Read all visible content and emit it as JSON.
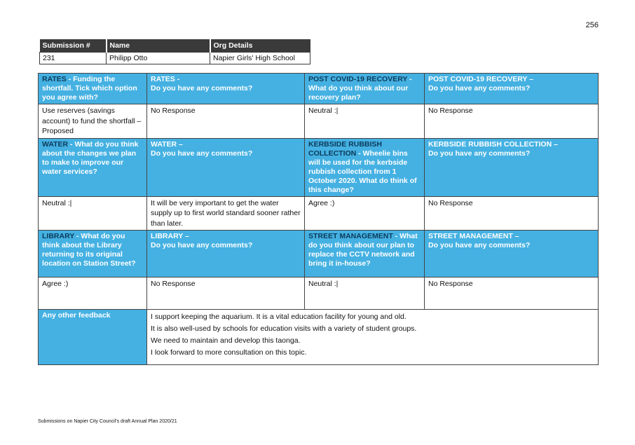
{
  "page_number": "256",
  "submission": {
    "headers": [
      "Submission #",
      "Name",
      "Org Details"
    ],
    "values": [
      "231",
      "Philipp Otto",
      "Napier Girls' High School"
    ]
  },
  "rows": [
    {
      "q1": {
        "dark": "RATES",
        "rest": " - Funding the shortfall. Tick which option you agree with?"
      },
      "q2": {
        "title": "RATES -",
        "sub": "Do you have any comments?"
      },
      "q3": {
        "dark": "POST COVID-19 RECOVERY",
        "rest": " - What do you think about our recovery plan?"
      },
      "q4": {
        "title": "POST COVID-19 RECOVERY –",
        "sub": "Do you have any comments?"
      },
      "a1": "Use reserves (savings account) to fund the shortfall – Proposed",
      "a2": "No Response",
      "a3": "Neutral :|",
      "a4": "No Response"
    },
    {
      "q1": {
        "dark": "WATER",
        "rest": " - What do you think about the changes we plan to make to improve our water services?"
      },
      "q2": {
        "title": "WATER –",
        "sub": "Do you have any comments?"
      },
      "q3": {
        "dark": "KERBSIDE RUBBISH COLLECTION",
        "rest": " - Wheelie bins will be used for the kerbside rubbish collection from 1 October 2020. What do think of this change?"
      },
      "q4": {
        "title": "KERBSIDE RUBBISH COLLECTION –",
        "sub": "Do you have any comments?"
      },
      "a1": "Neutral :|",
      "a2": "It will be very important to get the water supply up to first world standard sooner rather than later.",
      "a3": "Agree :)",
      "a4": "No Response"
    },
    {
      "q1": {
        "dark": "LIBRARY",
        "rest": " - What do you think about the Library returning to its original location on Station Street?"
      },
      "q2": {
        "title": "LIBRARY –",
        "sub": "Do you have any comments?"
      },
      "q3": {
        "dark": "STREET MANAGEMENT",
        "rest": " - What do you think about our plan to replace the CCTV network and bring it in-house?"
      },
      "q4": {
        "title": "STREET MANAGEMENT –",
        "sub": "Do you have any comments?"
      },
      "a1": "Agree :)",
      "a2": "No Response",
      "a3": "Neutral :|",
      "a4": "No Response"
    }
  ],
  "feedback": {
    "label": "Any other feedback",
    "lines": [
      "I support keeping the aquarium. It is a vital education facility for young and old.",
      "It is also well-used by schools for education visits with a variety of student groups.",
      "We need to maintain and develop this taonga.",
      "I look forward to more consultation on this topic."
    ]
  },
  "footer": "Submissions on Napier City Council's draft Annual Plan 2020/21"
}
